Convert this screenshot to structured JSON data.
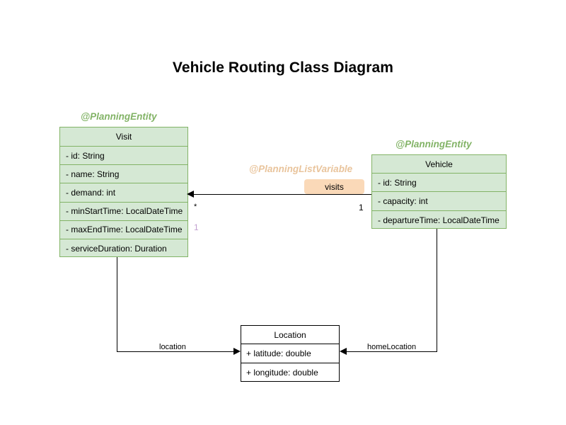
{
  "diagram": {
    "title": "Vehicle Routing Class Diagram",
    "type": "uml-class-diagram"
  },
  "colors": {
    "entity_fill": "#d5e8d4",
    "entity_border": "#82b366",
    "stereotype_green": "#82b366",
    "stereotype_orange": "#e9c49c",
    "badge_fill": "#fad9b8",
    "plain_fill": "#ffffff",
    "plain_border": "#000000",
    "multiplicity_lilac": "#c2a0d0",
    "text": "#000000",
    "background": "#ffffff"
  },
  "classes": [
    {
      "id": "visit",
      "name": "Visit",
      "stereotype": "@PlanningEntity",
      "attributes": [
        "- id: String",
        "- name: String",
        "- demand: int",
        "- minStartTime: LocalDateTime",
        "- maxEndTime: LocalDateTime",
        "- serviceDuration: Duration"
      ]
    },
    {
      "id": "vehicle",
      "name": "Vehicle",
      "stereotype": "@PlanningEntity",
      "attributes": [
        "- id: String",
        "- capacity: int",
        "- departureTime: LocalDateTime"
      ]
    },
    {
      "id": "location",
      "name": "Location",
      "stereotype": null,
      "attributes": [
        "+ latitude: double",
        "+ longitude: double"
      ]
    }
  ],
  "associations": [
    {
      "id": "vehicle-visits",
      "from": "Vehicle",
      "to": "Visit",
      "label": "visits",
      "stereotype": "@PlanningListVariable",
      "source_multiplicity": "1",
      "target_multiplicity": "*",
      "extra_multiplicity": "1"
    },
    {
      "id": "visit-location",
      "from": "Visit",
      "to": "Location",
      "label": "location"
    },
    {
      "id": "vehicle-home-location",
      "from": "Vehicle",
      "to": "Location",
      "label": "homeLocation"
    }
  ]
}
